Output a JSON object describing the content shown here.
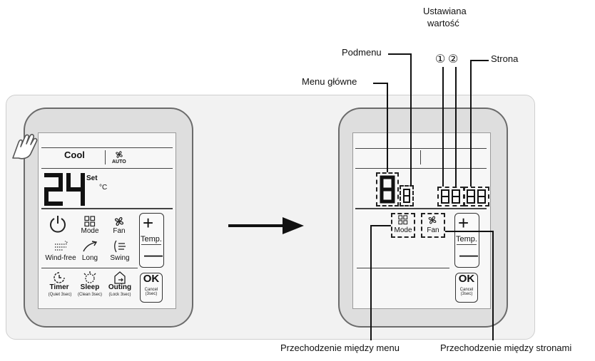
{
  "left_remote": {
    "mode_label": "Cool",
    "fan_auto_label": "AUTO",
    "temp_value": "24",
    "set_label": "Set",
    "unit_label": "°C",
    "buttons": {
      "mode": "Mode",
      "fan": "Fan",
      "temp": "Temp.",
      "wind_free": "Wind-free",
      "long": "Long",
      "swing": "Swing",
      "timer": "Timer",
      "timer_sub": "(Quiet 3sec)",
      "sleep": "Sleep",
      "sleep_sub": "(Clean 3sec)",
      "outing": "Outing",
      "outing_sub": "(Lock 3sec)",
      "ok": "OK",
      "ok_sub": "Cancel (3sec)"
    }
  },
  "right_remote": {
    "main_menu_digit": "8",
    "sub_menu_digit": "8",
    "value_digits": "88",
    "page_digits": "88",
    "buttons": {
      "mode": "Mode",
      "fan": "Fan",
      "temp": "Temp.",
      "ok": "OK",
      "ok_sub": "Cancel (3sec)"
    }
  },
  "callouts": {
    "set_value_line1": "Ustawiana",
    "set_value_line2": "wartość",
    "marker_1": "①",
    "marker_2": "②",
    "submenu": "Podmenu",
    "page": "Strona",
    "main_menu": "Menu główne",
    "nav_menu": "Przechodzenie między menu",
    "nav_pages": "Przechodzenie między stronami"
  },
  "icons": [
    "hand-press-icon",
    "power-icon",
    "mode-grid-icon",
    "fan-icon",
    "wind-free-icon",
    "long-icon",
    "swing-icon",
    "timer-icon",
    "sleep-icon",
    "outing-icon",
    "arrow-right-icon"
  ]
}
